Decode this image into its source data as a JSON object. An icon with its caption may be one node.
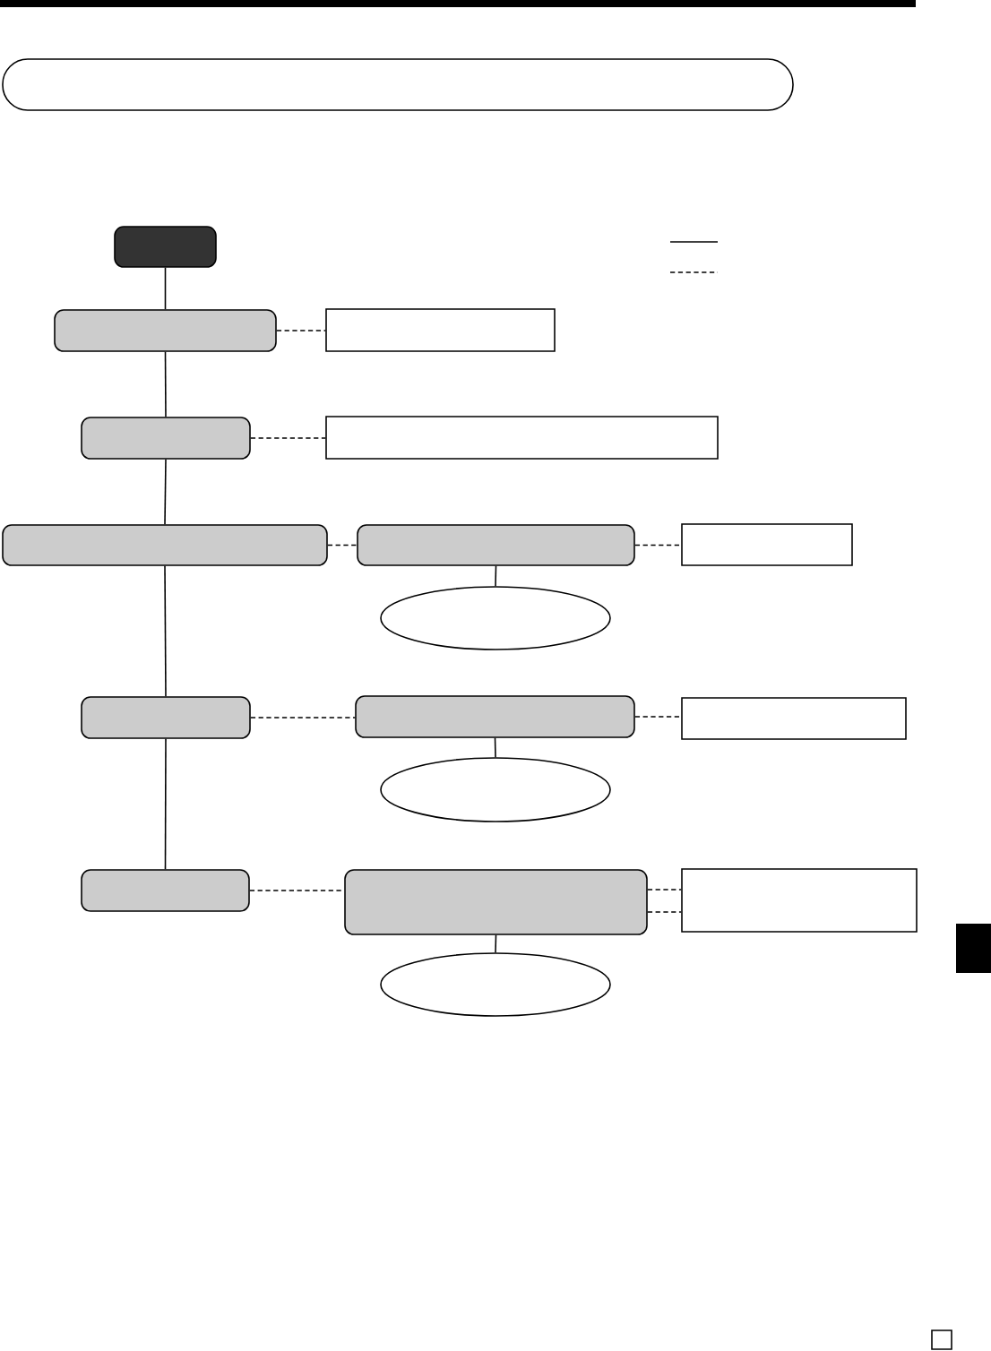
{
  "diagram": {
    "nodes": [
      {
        "text": [],
        "shape": "box"
      },
      {
        "text": [],
        "shape": "box"
      },
      {
        "text": [],
        "shape": "box"
      },
      {
        "text": [],
        "shape": "rectangle"
      },
      {
        "text": [],
        "shape": "box"
      },
      {
        "text": [],
        "shape": "rectangle"
      },
      {
        "text": [],
        "shape": "box"
      },
      {
        "text": [],
        "shape": "box"
      },
      {
        "text": [],
        "shape": "rectangle"
      },
      {
        "text": [],
        "shape": "ellipse"
      },
      {
        "text": [],
        "shape": "box"
      },
      {
        "text": [],
        "shape": "box"
      },
      {
        "text": [],
        "shape": "rectangle"
      },
      {
        "text": [],
        "shape": "ellipse"
      },
      {
        "text": [],
        "shape": "box"
      },
      {
        "text": [],
        "shape": "box"
      },
      {
        "text": [],
        "shape": "rectangle"
      },
      {
        "text": [],
        "shape": "ellipse"
      }
    ],
    "edges": [
      {
        "from": 1,
        "to": 2,
        "arrow": "none"
      },
      {
        "from": 2,
        "to": 3,
        "arrow": "none",
        "style": "dashed"
      },
      {
        "from": 2,
        "to": 4,
        "arrow": "none"
      },
      {
        "from": 4,
        "to": 5,
        "arrow": "none",
        "style": "dashed"
      },
      {
        "from": 4,
        "to": 6,
        "arrow": "none"
      },
      {
        "from": 6,
        "to": 7,
        "arrow": "none",
        "style": "dashed"
      },
      {
        "from": 7,
        "to": 8,
        "arrow": "none",
        "style": "dashed"
      },
      {
        "from": 7,
        "to": 9,
        "arrow": "none"
      },
      {
        "from": 6,
        "to": 10,
        "arrow": "none"
      },
      {
        "from": 10,
        "to": 11,
        "arrow": "none",
        "style": "dashed"
      },
      {
        "from": 11,
        "to": 12,
        "arrow": "none",
        "style": "dashed"
      },
      {
        "from": 11,
        "to": 13,
        "arrow": "none"
      },
      {
        "from": 10,
        "to": 14,
        "arrow": "none"
      },
      {
        "from": 14,
        "to": 15,
        "arrow": "none",
        "style": "dashed"
      },
      {
        "from": 15,
        "to": 16,
        "arrow": "none",
        "style": "dashed"
      },
      {
        "from": 15,
        "to": 16,
        "arrow": "none",
        "style": "dashed"
      },
      {
        "from": 15,
        "to": 17,
        "arrow": "none"
      }
    ]
  }
}
